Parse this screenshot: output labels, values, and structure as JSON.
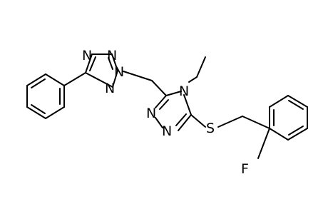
{
  "atoms": {
    "tetrazole_n1": "N",
    "tetrazole_n2": "N",
    "tetrazole_n3": "N",
    "tetrazole_n4": "N",
    "triazole_n4": "N",
    "triazole_n1": "N",
    "triazole_n2": "N",
    "sulfur": "S",
    "fluorine": "F"
  },
  "colors": {
    "bond": "#000000",
    "label": "#000000",
    "background": "#ffffff"
  }
}
